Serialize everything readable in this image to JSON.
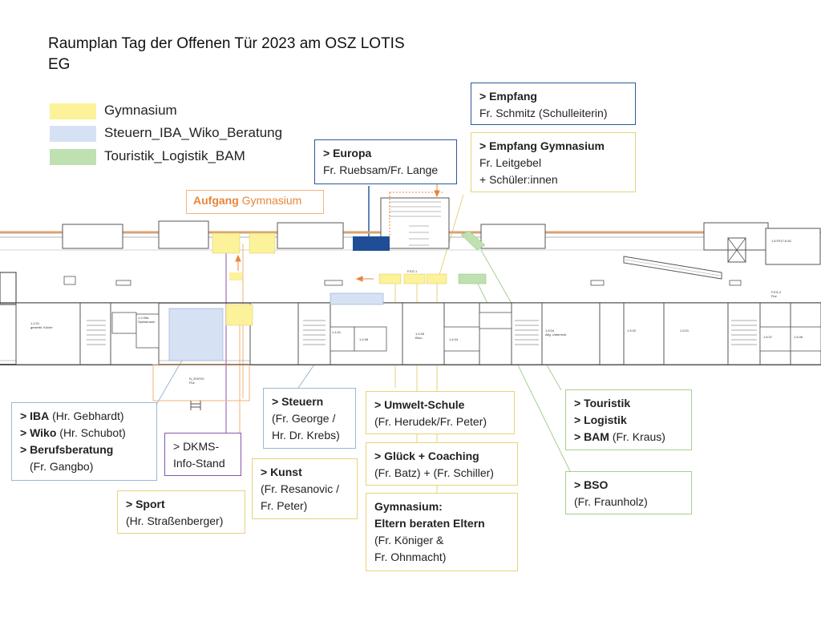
{
  "title": {
    "line1": "Raumplan Tag der Offenen Tür 2023 am OSZ LOTIS",
    "line2": "EG"
  },
  "legend": [
    {
      "label": "Gymnasium",
      "color": "#fbf29a"
    },
    {
      "label": "Steuern_IBA_Wiko_Beratung",
      "color": "#d6e2f4"
    },
    {
      "label": "Touristik_Logistik_BAM",
      "color": "#bfe0b0"
    }
  ],
  "colors": {
    "gymnasium": "#fbf29a",
    "steuern": "#d6e2f4",
    "touristik": "#bfe0b0",
    "europa": "#1f4e96",
    "aufgang": "#e9863a",
    "wall": "#555555",
    "corridor_line": "#d9a273"
  },
  "aufgang": {
    "bold": "Aufgang",
    "rest": " Gymnasium"
  },
  "boxes": {
    "empfang": {
      "l1": "> Empfang",
      "l2": "Fr. Schmitz (Schulleiterin)"
    },
    "empfang_gym": {
      "l1": "> Empfang Gymnasium",
      "l2": "Fr. Leitgebel",
      "l3": "+ Schüler:innen"
    },
    "europa": {
      "l1": "> Europa",
      "l2": "Fr. Ruebsam/Fr. Lange"
    },
    "iba": {
      "l1a": "> IBA",
      "l1b": " (Hr. Gebhardt)",
      "l2a": "> Wiko",
      "l2b": " (Hr. Schubot)",
      "l3": "> Berufsberatung",
      "l4": "(Fr. Gangbo)"
    },
    "dkms": {
      "l1": "> DKMS-",
      "l2": "Info-Stand"
    },
    "steuern": {
      "l1": "> Steuern",
      "l2": "(Fr. George /",
      "l3": "Hr. Dr. Krebs)"
    },
    "kunst": {
      "l1": "> Kunst",
      "l2": "(Fr. Resanovic /",
      "l3": "Fr. Peter)"
    },
    "sport": {
      "l1": "> Sport",
      "l2": "(Hr. Straßenberger)"
    },
    "umwelt": {
      "l1": "> Umwelt-Schule",
      "l2": "(Fr. Herudek/Fr. Peter)"
    },
    "glueck": {
      "l1": "> Glück + Coaching",
      "l2": "(Fr. Batz) + (Fr. Schiller)"
    },
    "gym_eltern": {
      "l1": "Gymnasium:",
      "l2": "Eltern beraten Eltern",
      "l3": "(Fr. Königer &",
      "l4": "Fr. Ohnmacht)"
    },
    "touristik": {
      "l1": "> Touristik",
      "l2": "> Logistik",
      "l3a": "> BAM",
      "l3b": " (Fr. Kraus)"
    },
    "bso": {
      "l1": "> BSO",
      "l2": "(Fr. Fraunholz)"
    }
  },
  "plan_labels": {
    "room_1201": "1.2.01",
    "room_1201_desc": "gewerbl. Küche",
    "room_1205a": "1.2.05a",
    "room_1205a_desc": "Speiseraum",
    "flur_n": "N_209720",
    "flur_n_desc": "Flur",
    "room_1401": "1.4.01",
    "room_1405": "1.4.05",
    "room_1404": "1.4.04",
    "room_1406": "1.4.06",
    "room_1504": "1.5.04",
    "room_1504_desc": "Allg. Unterricht",
    "room_1502": "1.5.02",
    "room_1501": "1.5.01",
    "room_1607": "1.6.07",
    "room_1606": "1.6.06",
    "room_f0012": "1.6.F017-6.62",
    "room_f0122": "F.EG.2",
    "room_f0122_desc": "Flur",
    "room_feg1": "F.EG.1",
    "buero": "Büro"
  }
}
